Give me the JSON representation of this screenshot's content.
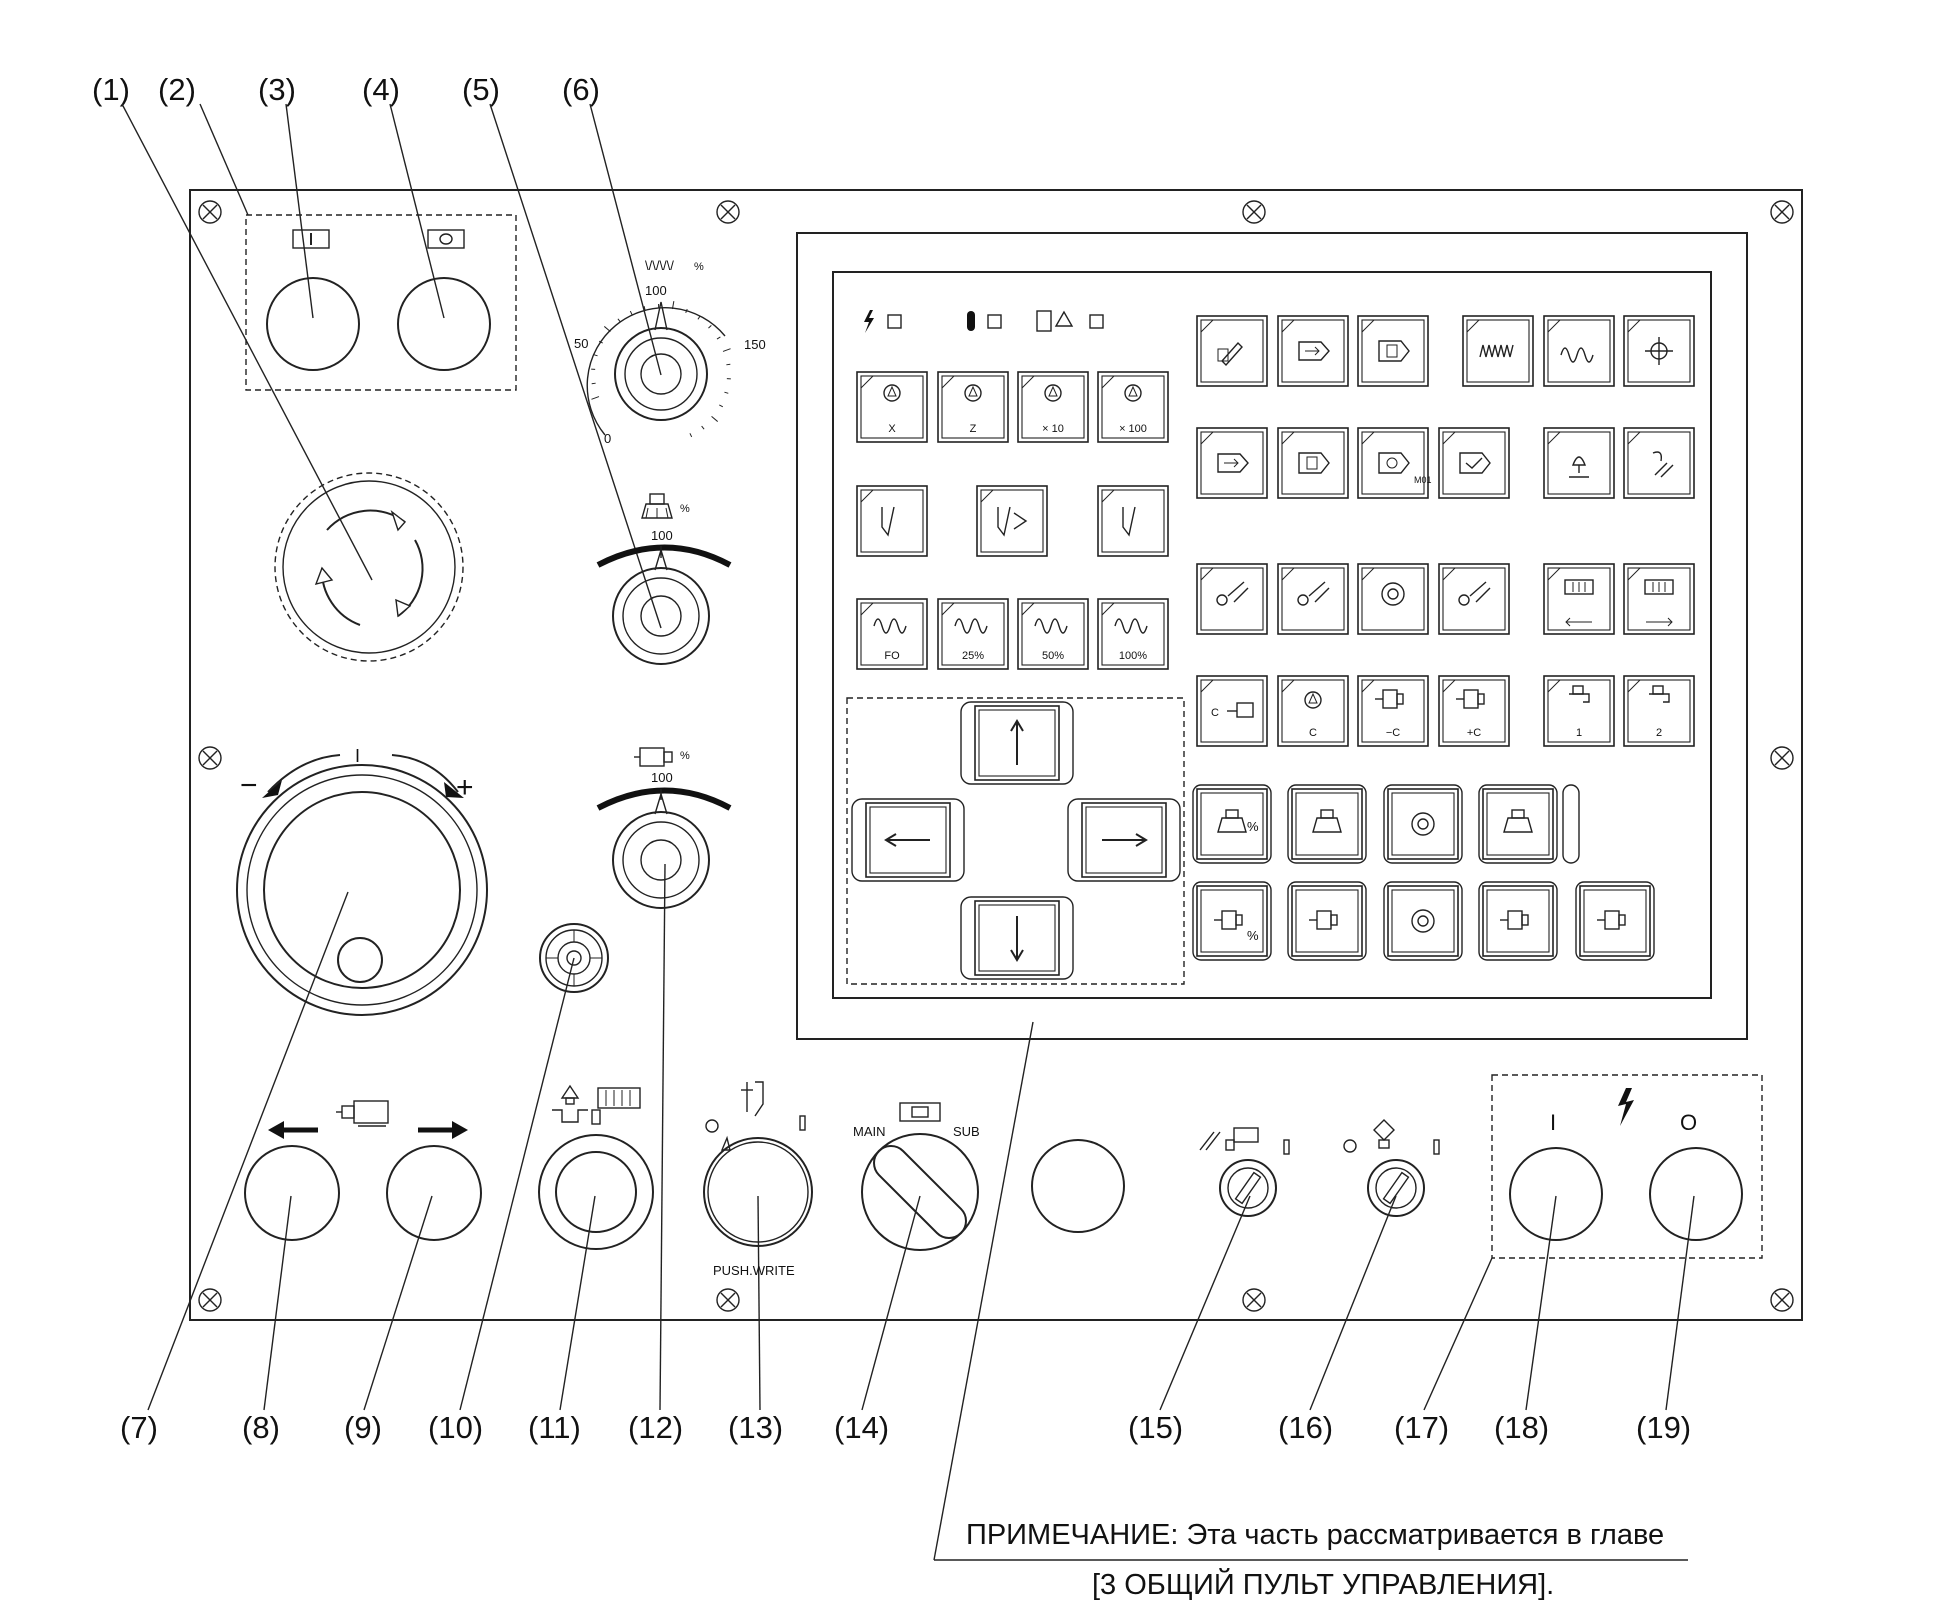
{
  "callouts": [
    "(1)",
    "(2)",
    "(3)",
    "(4)",
    "(5)",
    "(6)",
    "(7)",
    "(8)",
    "(9)",
    "(10)",
    "(11)",
    "(12)",
    "(13)",
    "(14)",
    "(15)",
    "(16)",
    "(17)",
    "(18)",
    "(19)"
  ],
  "dials": {
    "feed_override": {
      "symbol": "\\/\\/\\/\\/",
      "unit": "%",
      "ticks": [
        "0",
        "50",
        "100",
        "150"
      ]
    },
    "spindle_override": {
      "unit": "%",
      "mark": "100"
    },
    "subspindle_override": {
      "unit": "%",
      "mark": "100"
    }
  },
  "handwheel": {
    "minus": "−",
    "plus": "+",
    "center": "I"
  },
  "panel_labels": {
    "push_write": "PUSH.WRITE",
    "main": "MAIN",
    "sub": "SUB",
    "power_on": "I",
    "power_off": "O",
    "mode_on": "I",
    "mode_off": "O"
  },
  "keypad": {
    "handle_keys": [
      "X",
      "Z",
      "× 10",
      "× 100"
    ],
    "rapid_keys": [
      "FO",
      "25%",
      "50%",
      "100%"
    ],
    "c_axis_keys": [
      "C",
      "C",
      "−C",
      "+C",
      "1",
      "2"
    ],
    "m01_label": "M01",
    "spindle_pct_label": "%",
    "sub_pct_label": "%"
  },
  "note": {
    "line1": "ПРИМЕЧАНИЕ: Эта часть рассматривается в главе",
    "line2": "[3 ОБЩИЙ ПУЛЬТ УПРАВЛЕНИЯ]."
  }
}
